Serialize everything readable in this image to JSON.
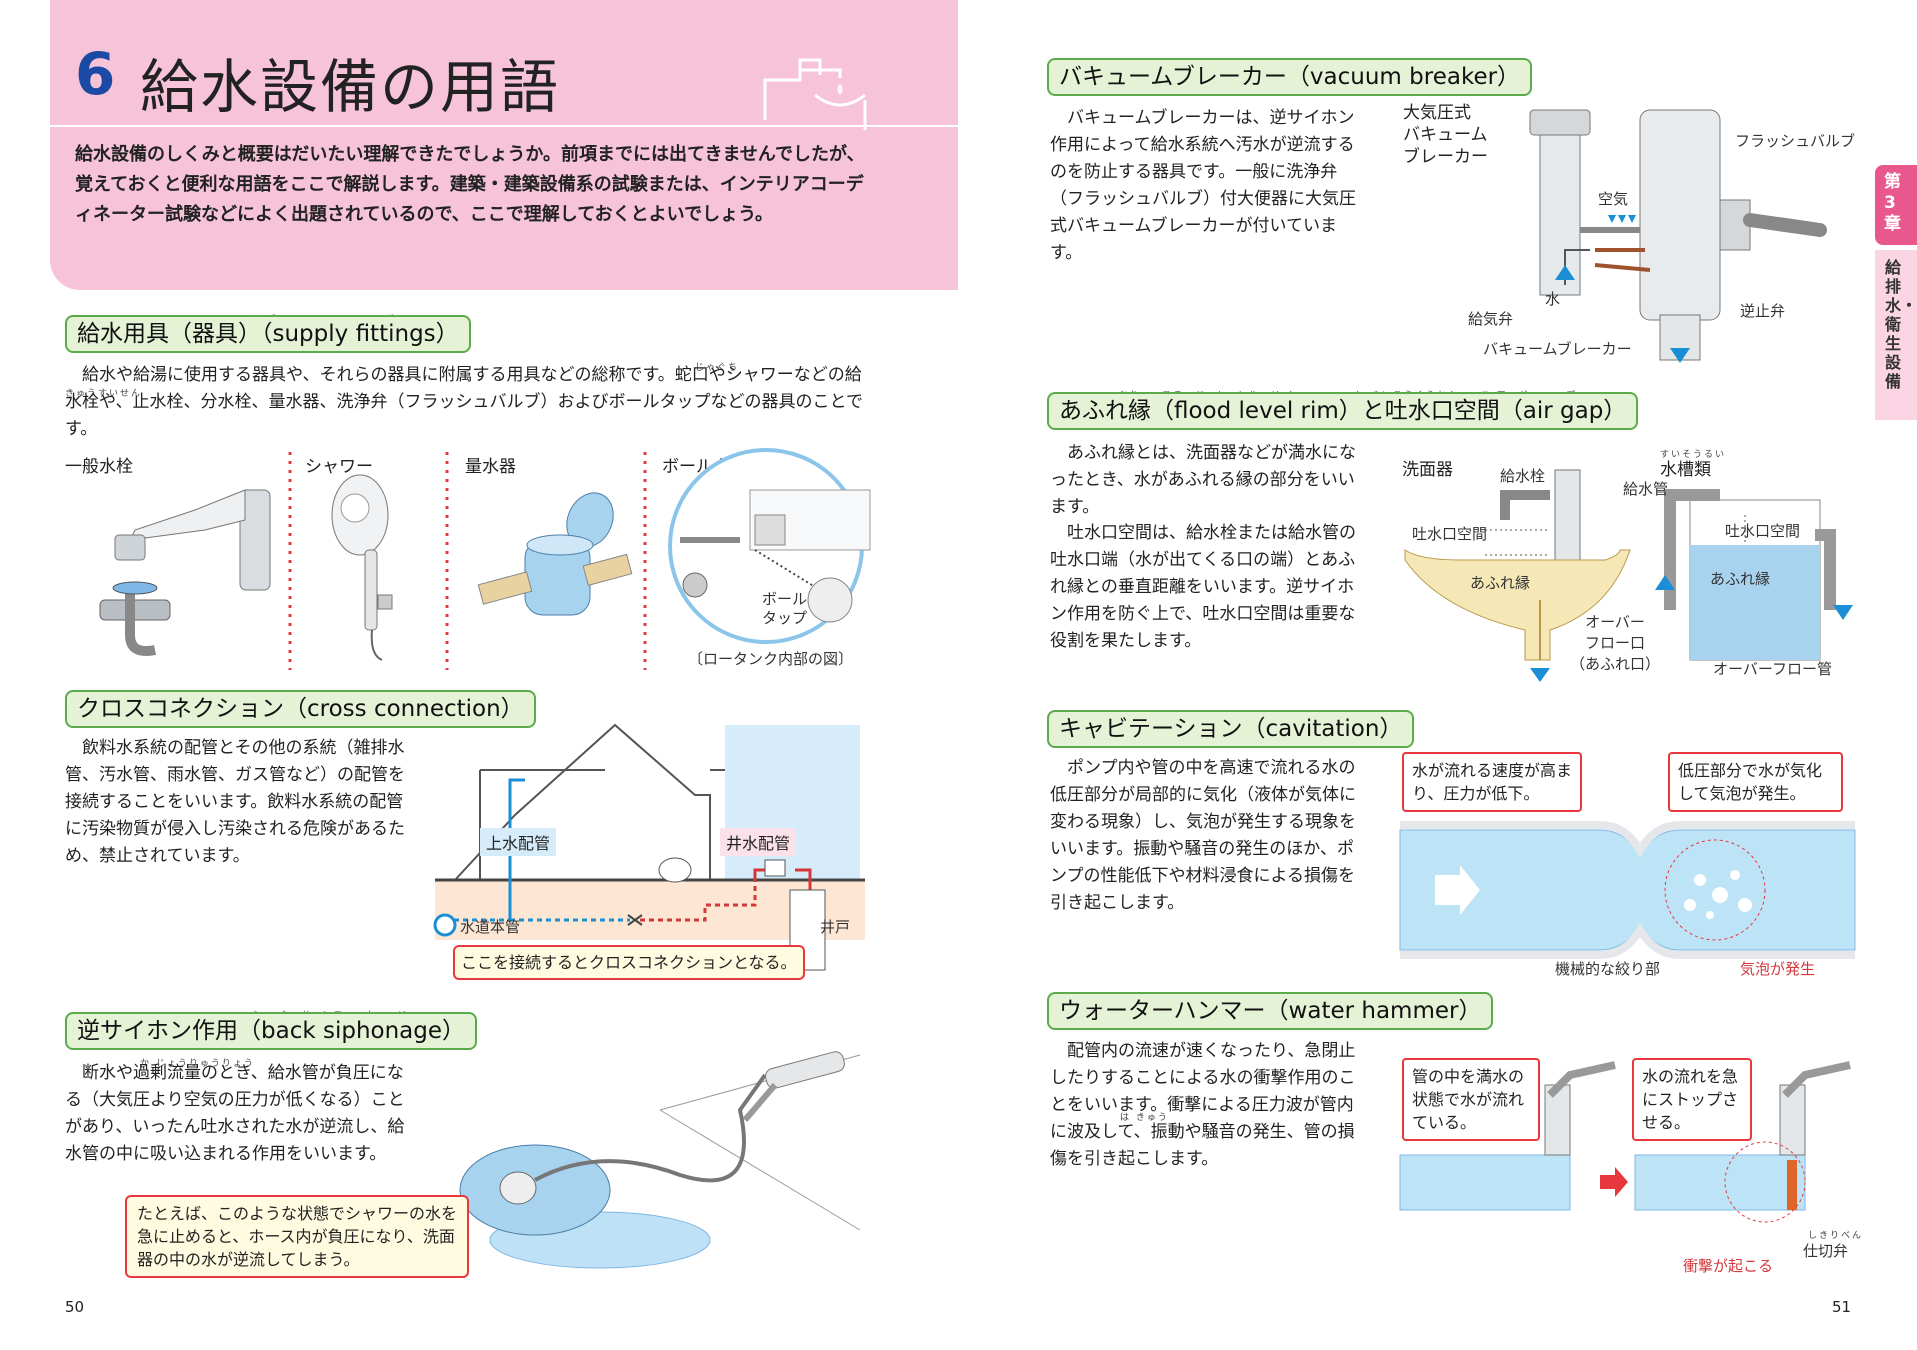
{
  "header": {
    "number": "6",
    "title": "給水設備の用語",
    "intro": "給水設備のしくみと概要はだいたい理解できたでしょうか。前項までには出てきませんでしたが、覚えておくと便利な用語をここで解説します。建築・建築設備系の試験または、インテリアコーディネーター試験などによく出題されているので、ここで理解しておくとよいでしょう。"
  },
  "side_tab": {
    "chapter": "第3章",
    "label": "給排水・衛生設備"
  },
  "colors": {
    "pink": "#f6c3d9",
    "green_border": "#5bab4c",
    "green_fill": "#e6f2d6",
    "red": "#e8383d",
    "blue": "#1a8fd6"
  },
  "left": {
    "supply": {
      "title": "給水用具（器具）（supply fittings）",
      "ruby": "サ プ ラ イ　フィッティングス",
      "ruby_jaguchi": "じゃぐち",
      "ruby_kyusuisen": "きゅうすいせん",
      "body": "給水や給湯に使用する器具や、それらの器具に附属する用具などの総称です。蛇口やシャワーなどの給水栓や、止水栓、分水栓、量水器、洗浄弁（フラッシュバルブ）およびボールタップなどの器具のことです。",
      "labels": [
        "一般水栓",
        "シャワー",
        "量水器",
        "ボールタップ"
      ],
      "ball_label": "ボール\nタップ",
      "caption": "〔ロータンク内部の図〕"
    },
    "cross": {
      "title": "クロスコネクション（cross connection）",
      "body": "飲料水系統の配管とその他の系統（雑排水管、汚水管、雨水管、ガス管など）の配管を接続することをいいます。飲料水系統の配管に汚染物質が侵入し汚染される危険があるため、禁止されています。",
      "label_josui": "上水配管",
      "label_ido_pipe": "井水配管",
      "label_main": "水道本管",
      "label_well": "井戸",
      "note": "ここを接続するとクロスコネクションとなる。"
    },
    "back": {
      "title": "逆サイホン作用（back siphonage）",
      "ruby": "バ ッ ク　サ イ フ ォ ネ ー ジ",
      "ruby_kajouryuuryou": "か じょうりゅうりょう",
      "body": "断水や過剰流量のとき、給水管が負圧になる（大気圧より空気の圧力が低くなる）ことがあり、いったん吐水された水が逆流し、給水管の中に吸い込まれる作用をいいます。",
      "note": "たとえば、このような状態でシャワーの水を急に止めると、ホース内が負圧になり、洗面器の中の水が逆流してしまう。"
    },
    "page_number": "50"
  },
  "right": {
    "vacuum": {
      "title": "バキュームブレーカー（vacuum breaker）",
      "body": "バキュームブレーカーは、逆サイホン作用によって給水系統へ汚水が逆流するのを防止する器具です。一般に洗浄弁（フラッシュバルブ）付大便器に大気圧式バキュームブレーカーが付いています。",
      "label_type": "大気圧式\nバキューム\nブレーカー",
      "label_flush": "フラッシュバルブ",
      "label_air": "空気",
      "label_water": "水",
      "label_intake": "給気弁",
      "label_check": "逆止弁",
      "label_vb": "バキュームブレーカー"
    },
    "afure": {
      "title": "あふれ縁（flood level rim）と吐水口空間（air gap）",
      "ruby1": "ぶち　　フラッド　レ ベ ル　リ ム",
      "ruby2": "と すいこうくうかん　　エ ア　ギ ャ ッ プ",
      "body1": "あふれ縁とは、洗面器などが満水になったとき、水があふれる縁の部分をいいます。",
      "body2": "吐水口空間は、給水栓または給水管の吐水口端（水が出てくる口の端）とあふれ縁との垂直距離をいいます。逆サイホン作用を防ぐ上で、吐水口空間は重要な役割を果たします。",
      "label_basin": "洗面器",
      "label_faucet": "給水栓",
      "label_airgap": "吐水口空間",
      "label_rim": "あふれ縁",
      "label_overflow": "オーバー\nフロー口\n（あふれ口）",
      "label_tank": "水槽類",
      "ruby_tank": "すいそうるい",
      "label_pipe": "給水管",
      "label_overflow_pipe": "オーバーフロー管"
    },
    "cavitation": {
      "title": "キャビテーション（cavitation）",
      "body": "ポンプ内や管の中を高速で流れる水の低圧部分が局部的に気化（液体が気体に変わる現象）し、気泡が発生する現象をいいます。振動や騒音の発生のほか、ポンプの性能低下や材料浸食による損傷を引き起こします。",
      "note1": "水が流れる速度が高まり、圧力が低下。",
      "note2": "低圧部分で水が気化して気泡が発生。",
      "label_throat": "機械的な絞り部",
      "label_bubble": "気泡が発生"
    },
    "hammer": {
      "title": "ウォーターハンマー（water hammer）",
      "ruby_hakyuu": "は きゅう",
      "body": "配管内の流速が速くなったり、急閉止したりすることによる水の衝撃作用のことをいいます。衝撃による圧力波が管内に波及して、振動や騒音の発生、管の損傷を引き起こします。",
      "note1": "管の中を満水の状態で水が流れている。",
      "note2": "水の流れを急にストップさせる。",
      "label_impact": "衝撃が起こる",
      "label_valve": "仕切弁",
      "ruby_valve": "しきりべん"
    },
    "page_number": "51"
  }
}
